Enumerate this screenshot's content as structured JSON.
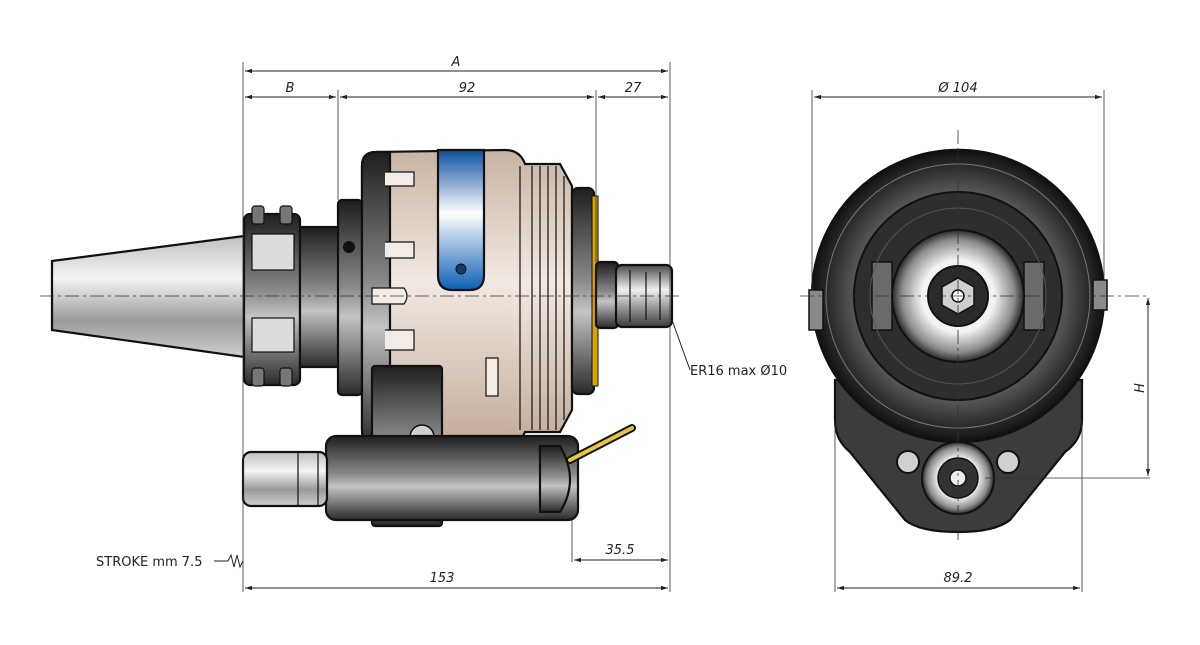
{
  "dimensions": {
    "overall_length": "A",
    "shank_length": "B",
    "body_length": "92",
    "nose_length": "27",
    "body_diameter": "Ø 104",
    "coolant_offset": "35.5",
    "lower_length": "153",
    "height": "H",
    "base_width": "89.2"
  },
  "notes": {
    "collet": "ER16 max Ø10",
    "stroke": "STROKE mm 7.5"
  },
  "colors": {
    "line": "#111111",
    "body_tan": "#d9c7b8",
    "dark_metal": "#3a3a3a",
    "accent_blue": "#1a6fc4",
    "accent_gold": "#d9a400"
  }
}
